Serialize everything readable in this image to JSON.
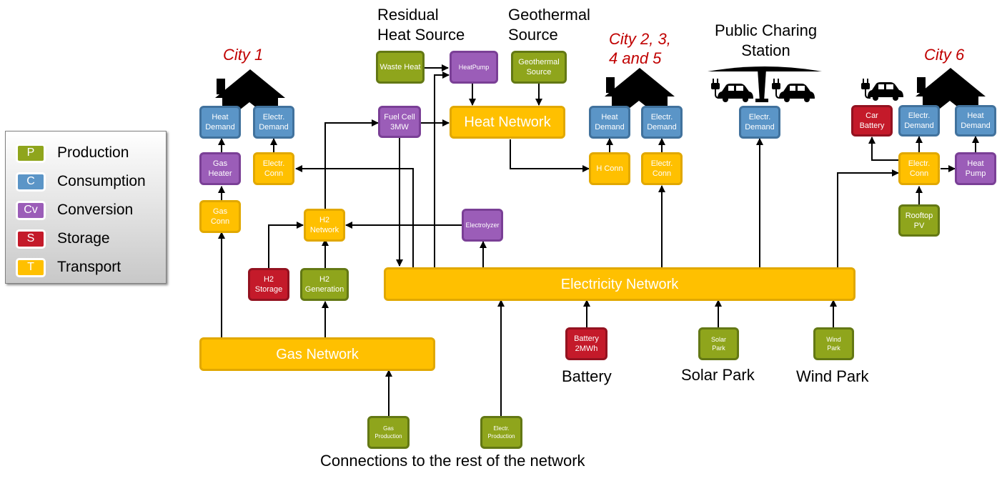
{
  "legend": [
    {
      "code": "P",
      "label": "Production"
    },
    {
      "code": "C",
      "label": "Consumption"
    },
    {
      "code": "Cv",
      "label": "Conversion"
    },
    {
      "code": "S",
      "label": "Storage"
    },
    {
      "code": "T",
      "label": "Transport"
    }
  ],
  "colors": {
    "production": "#8fa51c",
    "consumption": "#5b95c7",
    "conversion": "#9b5db8",
    "storage": "#c41a2a",
    "transport": "#ffc000",
    "city_label": "#c00000"
  },
  "cities": {
    "city1": "City 1",
    "city2to5": "City 2, 3,\n4 and 5",
    "city6": "City 6"
  },
  "labels": {
    "residual_heat": "Residual\nHeat Source",
    "geothermal": "Geothermal\nSource",
    "public_charging": "Public Charing\nStation",
    "battery": "Battery",
    "solar_park": "Solar Park",
    "wind_park": "Wind Park",
    "rest_of_network": "Connections to the rest of the network"
  },
  "nodes": {
    "c1_heat_demand": "Heat\nDemand",
    "c1_elec_demand": "Electr.\nDemand",
    "c1_gas_heater": "Gas\nHeater",
    "c1_elec_conn": "Electr.\nConn",
    "c1_gas_conn": "Gas\nConn",
    "h2_network": "H2\nNetwork",
    "h2_storage": "H2\nStorage",
    "h2_generation": "H2\nGeneration",
    "waste_heat": "Waste Heat",
    "heatpump": "HeatPump",
    "geothermal_source": "Geothermal\nSource",
    "fuel_cell": "Fuel Cell\n3MW",
    "heat_network": "Heat Network",
    "electrolyzer": "Electrolyzer",
    "electricity_network": "Electricity Network",
    "gas_network": "Gas Network",
    "c2_heat_demand": "Heat\nDemand",
    "c2_elec_demand": "Electr.\nDemand",
    "c2_h_conn": "H Conn",
    "c2_elec_conn": "Electr.\nConn",
    "pcs_elec_demand": "Electr.\nDemand",
    "c6_car_battery": "Car\nBattery",
    "c6_elec_demand": "Electr.\nDemand",
    "c6_heat_demand": "Heat\nDemand",
    "c6_elec_conn": "Electr.\nConn",
    "c6_heat_pump": "Heat\nPump",
    "c6_rooftop_pv": "Rooftop\nPV",
    "battery_2mwh": "Battery\n2MWh",
    "solar_park": "Solar\nPark",
    "wind_park": "Wind\nPark",
    "gas_production": "Gas\nProduction",
    "electr_production": "Electr.\nProduction"
  }
}
